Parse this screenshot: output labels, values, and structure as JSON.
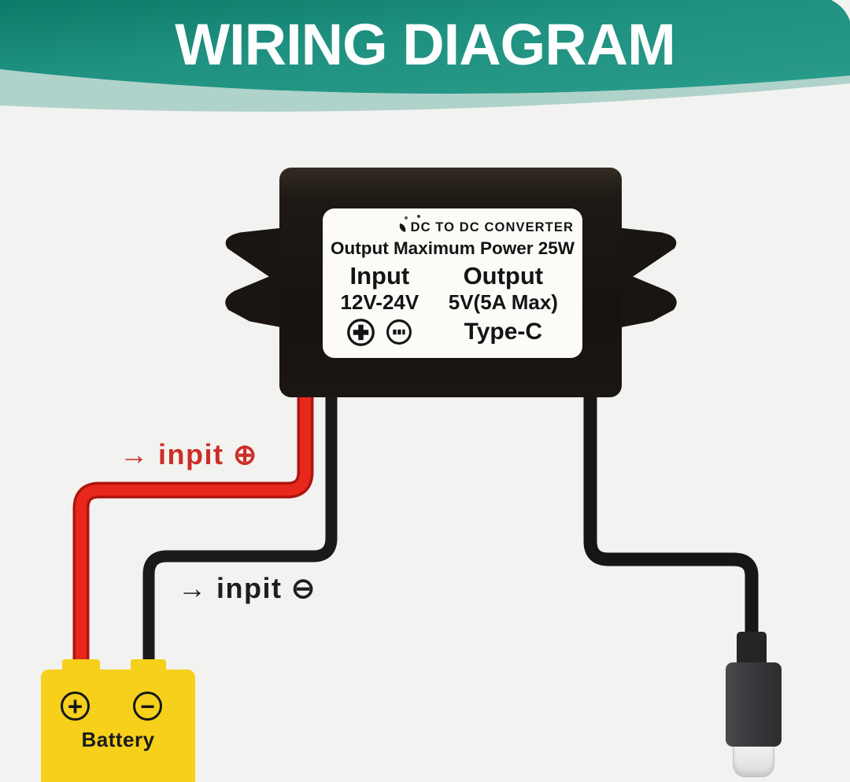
{
  "banner": {
    "title": "WIRING DIAGRAM",
    "teal_color": "#1F9180",
    "teal_dark_color": "#0C7A69",
    "light_band_color": "#A7CEC5"
  },
  "converter": {
    "label": {
      "brand_line": "DC TO DC CONVERTER",
      "power_line": "Output Maximum Power 25W",
      "input_heading": "Input",
      "input_range": "12V-24V",
      "output_heading": "Output",
      "output_rating": "5V(5A Max)",
      "output_port": "Type-C"
    },
    "icons": {
      "brand_mark": "leaf-mark-icon",
      "positive_terminal": "plus-in-circle-icon",
      "negative_terminal": "minus-in-circle-icon"
    },
    "body_color": "#1B1613"
  },
  "wiring": {
    "input_positive_label": "→ inpit ⊕",
    "input_negative_label": "→ inpit ⊖",
    "positive_wire_color": "#E8281C",
    "negative_wire_color": "#161616",
    "positive_label_color": "#CC2D26"
  },
  "battery": {
    "name": "Battery",
    "positive_symbol": "+",
    "negative_symbol": "−",
    "color": "#F6D01A"
  },
  "connector": {
    "icon": "usb-type-c-plug-icon"
  }
}
